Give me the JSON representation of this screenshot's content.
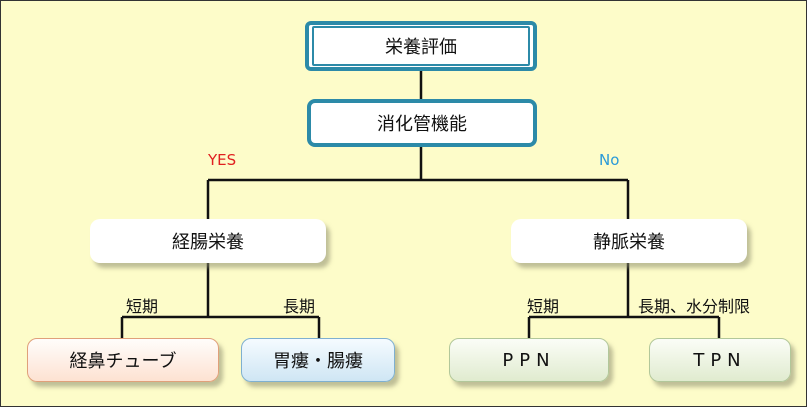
{
  "nodes": {
    "nutrition_assessment": "栄養評価",
    "gi_function": "消化管機能",
    "enteral": "経腸栄養",
    "parenteral": "静脈栄養",
    "nasogastric_tube": "経鼻チューブ",
    "gastrostomy": "胃瘻・腸瘻",
    "ppn": "PPN",
    "tpn": "TPN"
  },
  "labels": {
    "yes": "YES",
    "no": "No",
    "enteral_short": "短期",
    "enteral_long": "長期",
    "parenteral_short": "短期",
    "parenteral_long": "長期、水分制限"
  },
  "colors": {
    "background": "#fdfcc9",
    "header_border": "#2c8aa8",
    "yes": "#e02020",
    "no": "#2a9ad8"
  }
}
